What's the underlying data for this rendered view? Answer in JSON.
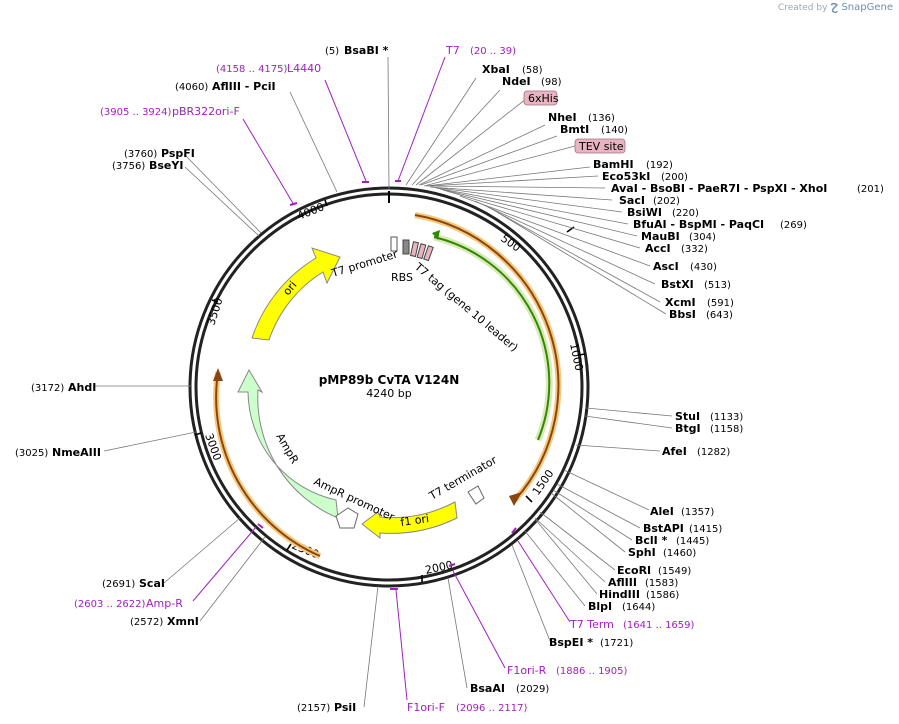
{
  "watermark": {
    "created_by": "Created by",
    "brand": "SnapGene"
  },
  "plasmid": {
    "name": "pMP89b CvTA V124N",
    "length_label": "4240 bp"
  },
  "ticks": [
    "500",
    "1000",
    "1500",
    "2000",
    "2500",
    "3000",
    "3500",
    "4000"
  ],
  "sites_right": [
    {
      "name": "XbaI",
      "coord": "(58)"
    },
    {
      "name": "NdeI",
      "coord": "(98)"
    },
    {
      "name": "NheI",
      "coord": "(136)"
    },
    {
      "name": "BmtI",
      "coord": "(140)"
    },
    {
      "name": "BamHI",
      "coord": "(192)"
    },
    {
      "name": "Eco53kI",
      "coord": "(200)"
    },
    {
      "name": "AvaI   -  BsoBI   -  PaeR7I   -  PspXI   -  XhoI",
      "coord": "(201)"
    },
    {
      "name": "SacI",
      "coord": "(202)"
    },
    {
      "name": "BsiWI",
      "coord": "(220)"
    },
    {
      "name": "BfuAI   -  BspMI   -  PaqCI",
      "coord": "(269)"
    },
    {
      "name": "MauBI",
      "coord": "(304)"
    },
    {
      "name": "AccI",
      "coord": "(332)"
    },
    {
      "name": "AscI",
      "coord": "(430)"
    },
    {
      "name": "BstXI",
      "coord": "(513)"
    },
    {
      "name": "XcmI",
      "coord": "(591)"
    },
    {
      "name": "BbsI",
      "coord": "(643)"
    },
    {
      "name": "StuI",
      "coord": "(1133)"
    },
    {
      "name": "BtgI",
      "coord": "(1158)"
    },
    {
      "name": "AfeI",
      "coord": "(1282)"
    },
    {
      "name": "AleI",
      "coord": "(1357)"
    },
    {
      "name": "BstAPI",
      "coord": "(1415)"
    },
    {
      "name": "BclI  *",
      "coord": "(1445)"
    },
    {
      "name": "SphI",
      "coord": "(1460)"
    },
    {
      "name": "EcoRI",
      "coord": "(1549)"
    },
    {
      "name": "AflIII",
      "coord": "(1583)"
    },
    {
      "name": "HindIII",
      "coord": "(1586)"
    },
    {
      "name": "BlpI",
      "coord": "(1644)"
    },
    {
      "name": "BspEI  *",
      "coord": "(1721)"
    },
    {
      "name": "BsaAI",
      "coord": "(2029)"
    }
  ],
  "sites_left": [
    {
      "name": "BsaBI  *",
      "coord": "(5)"
    },
    {
      "name": "AflIII   -  PciI",
      "coord": "(4060)"
    },
    {
      "name": "PspFI",
      "coord": "(3760)"
    },
    {
      "name": "BseYI",
      "coord": "(3756)"
    },
    {
      "name": "AhdI",
      "coord": "(3172)"
    },
    {
      "name": "NmeAIII",
      "coord": "(3025)"
    },
    {
      "name": "ScaI",
      "coord": "(2691)"
    },
    {
      "name": "XmnI",
      "coord": "(2572)"
    },
    {
      "name": "PsiI",
      "coord": "(2157)"
    }
  ],
  "primers": [
    {
      "name": "T7",
      "coord": "(20 .. 39)"
    },
    {
      "name": "L4440",
      "coord": "(4158 .. 4175)"
    },
    {
      "name": "pBR322ori-F",
      "coord": "(3905 .. 3924)"
    },
    {
      "name": "T7 Term",
      "coord": "(1641 .. 1659)"
    },
    {
      "name": "F1ori-R",
      "coord": "(1886 .. 1905)"
    },
    {
      "name": "F1ori-F",
      "coord": "(2096 .. 2117)"
    },
    {
      "name": "Amp-R",
      "coord": "(2603 .. 2622)"
    }
  ],
  "tags": [
    "6xHis",
    "TEV site"
  ],
  "features": [
    {
      "name": "ori",
      "color": "#ffff00"
    },
    {
      "name": "AmpR",
      "color": "#ccffcc"
    },
    {
      "name": "f1 ori",
      "color": "#ffff00"
    },
    {
      "name": "T7 terminator",
      "color": "#ffffff"
    },
    {
      "name": "AmpR promoter",
      "color": "#ffffff"
    },
    {
      "name": "T7 promoter",
      "color": "#ffffff"
    },
    {
      "name": "RBS",
      "color": "#ffffff"
    },
    {
      "name": "T7 tag (gene 10 leader)",
      "color": "#ffffff"
    }
  ],
  "colors": {
    "primer": "#a020c0",
    "orf_outline": "#f0b050",
    "orf_line": "#8b4513",
    "cds_green": "#2e8b00",
    "tag_fill": "#e8b4c0"
  }
}
